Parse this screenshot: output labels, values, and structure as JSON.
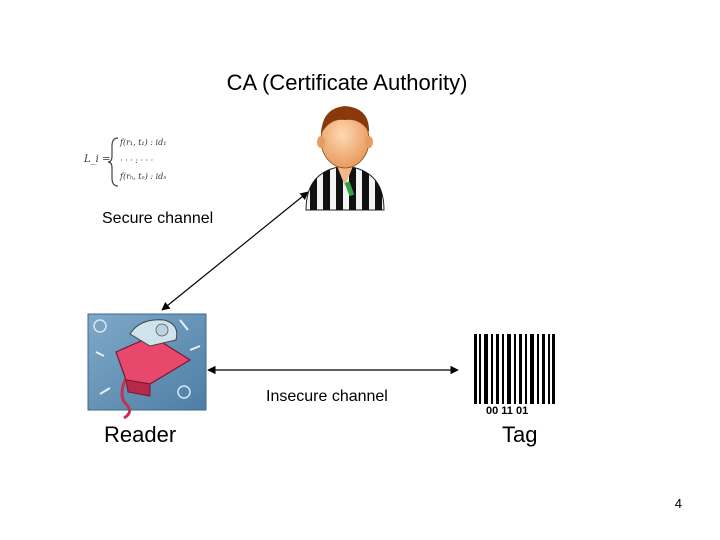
{
  "slide": {
    "title": "CA (Certificate Authority)",
    "secure_channel_label": "Secure channel",
    "insecure_channel_label": "Insecure channel",
    "reader_label": "Reader",
    "tag_label": "Tag",
    "page_number": "4"
  },
  "formula": {
    "lhs": "L_i =",
    "rows": [
      "f(r₁, t₁)   :   id₁",
      "· · ·           :   · · ·",
      "f(rₙ, tₙ)   :   idₙ"
    ]
  },
  "barcode": {
    "digits": "00 11 01"
  },
  "icons": [
    "referee-person-icon",
    "rfid-reader-icon",
    "barcode-tag-icon"
  ]
}
